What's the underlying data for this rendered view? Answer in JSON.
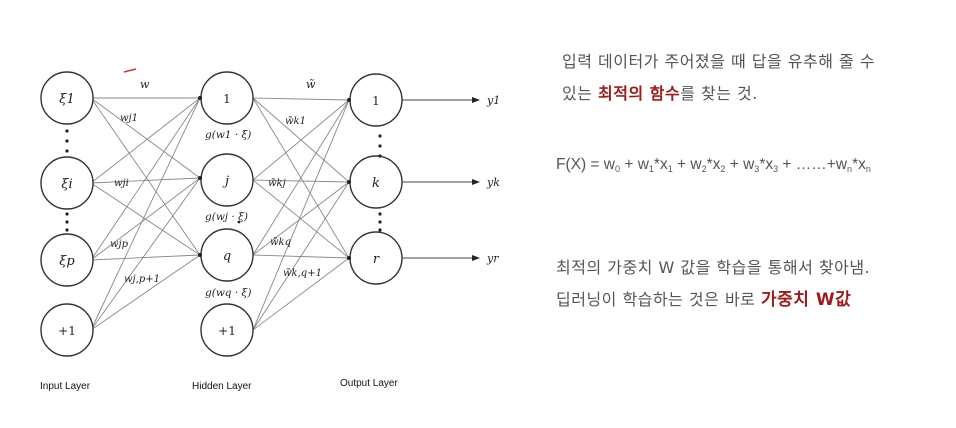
{
  "diagram": {
    "input_nodes": [
      "ξ1",
      "ξi",
      "ξp",
      "+1"
    ],
    "hidden_nodes": [
      "1",
      "j",
      "q",
      "+1"
    ],
    "output_nodes": [
      "1",
      "k",
      "r"
    ],
    "outputs": [
      "y1",
      "yk",
      "yr"
    ],
    "weight_labels_in": [
      "w",
      "wj1",
      "wji",
      "wjp",
      "wj,p+1"
    ],
    "activation_labels": [
      "g(w1 · ξ)",
      "g(wj · ξ)",
      "g(wq · ξ)"
    ],
    "weight_labels_out": [
      "w̃",
      "w̃k1",
      "w̃kj",
      "w̃kq",
      "w̃k,q+1"
    ],
    "layer_labels": [
      "Input Layer",
      "Hidden Layer",
      "Output Layer"
    ]
  },
  "text": {
    "line1": "입력 데이터가 주어졌을 때 답을 유추해 줄 수",
    "line2_pre": "있는 ",
    "line2_hl": "최적의 함수",
    "line2_post": "를 찾는 것.",
    "formula": {
      "lhs": "F(X) = ",
      "terms": [
        {
          "c": "w",
          "s": "0",
          "op": " + "
        },
        {
          "c": "w",
          "s": "1",
          "op": "*"
        },
        {
          "c": "x",
          "s": "1",
          "op": " + "
        },
        {
          "c": "w",
          "s": "2",
          "op": "*"
        },
        {
          "c": "x",
          "s": "2",
          "op": " + "
        },
        {
          "c": "w",
          "s": "3",
          "op": "*"
        },
        {
          "c": "x",
          "s": "3",
          "op": " + ……+"
        },
        {
          "c": "w",
          "s": "n",
          "op": "*"
        },
        {
          "c": "x",
          "s": "n",
          "op": ""
        }
      ]
    },
    "line3": "최적의 가중치 W 값을 학습을 통해서 찾아냄.",
    "line4_pre": "딥러닝이 학습하는 것은 바로 ",
    "line4_hl": "가중치 W값"
  },
  "colors": {
    "highlight": "#9b1c1c",
    "body_text": "#555555"
  }
}
